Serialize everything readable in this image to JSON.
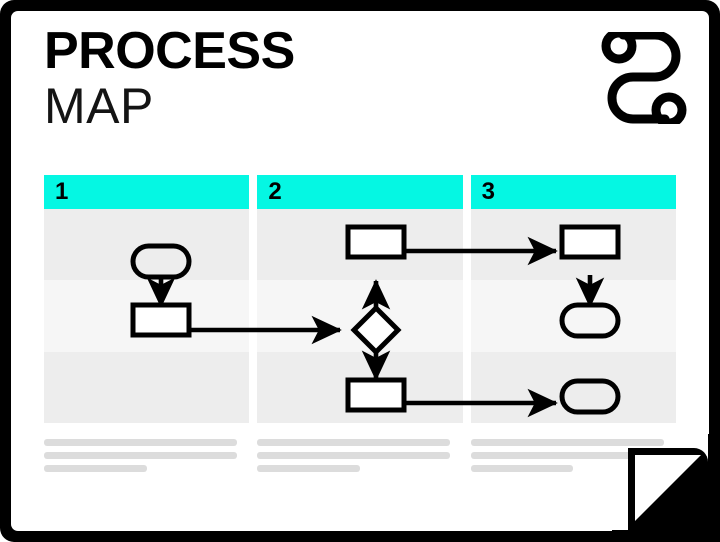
{
  "page": {
    "title_main": "PROCESS",
    "title_sub": "MAP",
    "accent_color": "#05F7E3",
    "frame_color": "#000000",
    "band_color_a": "#ededed",
    "band_color_b": "#f6f6f6",
    "placeholder_color": "#dcdcdc",
    "icon_name": "route-icon"
  },
  "columns": [
    {
      "number": "1"
    },
    {
      "number": "2"
    },
    {
      "number": "3"
    }
  ],
  "footer_blocks": [
    {
      "lines": [
        "",
        "",
        ""
      ]
    },
    {
      "lines": [
        "",
        "",
        ""
      ]
    },
    {
      "lines": [
        "",
        "",
        ""
      ]
    }
  ],
  "flowchart": {
    "type": "flowchart",
    "nodes": [
      {
        "id": "n1",
        "shape": "terminator",
        "column": 1,
        "row": 1
      },
      {
        "id": "n2",
        "shape": "process",
        "column": 1,
        "row": 2
      },
      {
        "id": "n3",
        "shape": "process",
        "column": 2,
        "row": 1
      },
      {
        "id": "n4",
        "shape": "decision",
        "column": 2,
        "row": 2
      },
      {
        "id": "n5",
        "shape": "process",
        "column": 2,
        "row": 3
      },
      {
        "id": "n6",
        "shape": "process",
        "column": 3,
        "row": 1
      },
      {
        "id": "n7",
        "shape": "terminator",
        "column": 3,
        "row": 2
      },
      {
        "id": "n8",
        "shape": "terminator",
        "column": 3,
        "row": 3
      }
    ],
    "edges": [
      {
        "from": "n1",
        "to": "n2",
        "direction": "down"
      },
      {
        "from": "n2",
        "to": "n4",
        "direction": "right"
      },
      {
        "from": "n4",
        "to": "n3",
        "direction": "up"
      },
      {
        "from": "n4",
        "to": "n5",
        "direction": "down"
      },
      {
        "from": "n3",
        "to": "n6",
        "direction": "right"
      },
      {
        "from": "n6",
        "to": "n7",
        "direction": "down"
      },
      {
        "from": "n5",
        "to": "n8",
        "direction": "right"
      }
    ]
  }
}
